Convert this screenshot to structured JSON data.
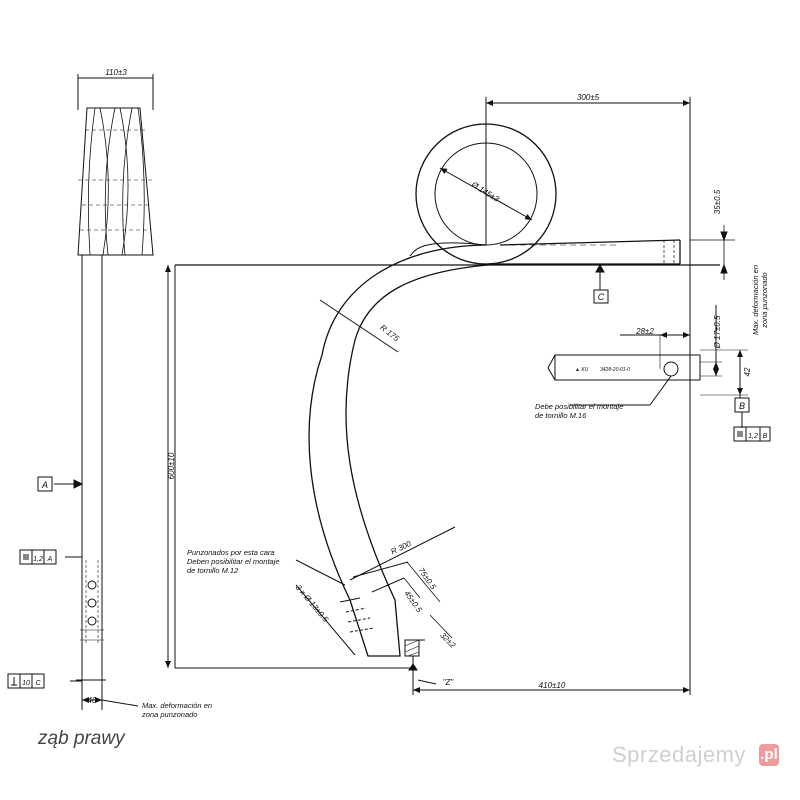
{
  "drawing": {
    "dims": {
      "width_top": "110±3",
      "width_ring": "300±5",
      "ring_dia": "Ø 145±3",
      "square_side": "35±0.5",
      "radius_175": "R 175",
      "height_600": "600±10",
      "len_28": "28±2",
      "hole_dia": "Ø 17±0.5",
      "dim_42": "42",
      "radius_300": "R 300",
      "dim_75": "75±0.5",
      "dim_45": "45±0.5",
      "holes": "3 x Ø 13±0.5",
      "dim_32": "32±2",
      "len_410": "410±10",
      "dim_40": "40"
    },
    "datums": {
      "a": "A",
      "b": "B",
      "c": "C",
      "z": "\"Z\""
    },
    "tolerances": {
      "flat_b_val": "1,2",
      "flat_b_ref": "B",
      "flat_a_val": "1,2",
      "flat_a_ref": "A",
      "perp_val": "10",
      "perp_ref": "C"
    },
    "notes": {
      "def_right_1": "Max. deformación en",
      "def_right_2": "zona punzonado",
      "bolt16_1": "Debe posibilitar el montaje",
      "bolt16_2": "de tornillo M.16",
      "punch_1": "Punzonados por esta cara",
      "punch_2": "Deben posibilitar el montaje",
      "punch_3": "de tornillo M.12",
      "def_bottom_1": "Max. deformación en",
      "def_bottom_2": "zona punzonado",
      "part_code": "3428-20-01-0",
      "part_mark": "▲ KU"
    }
  },
  "caption": "ząb prawy",
  "watermark": "Sprzedajemy",
  "watermark_badge": ".pl"
}
